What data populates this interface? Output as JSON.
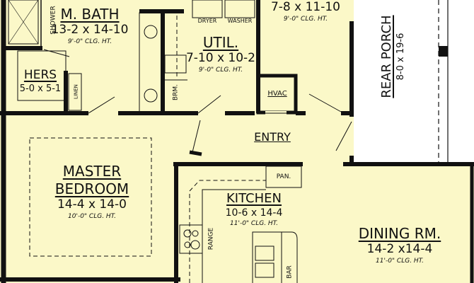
{
  "rooms": {
    "master_bath": {
      "name": "M. BATH",
      "size": "13-2 x 14-10",
      "ceiling": "9'-0\" CLG. HT."
    },
    "shower": {
      "name": "SHOWER"
    },
    "hers": {
      "name": "HERS",
      "size": "5-0 x 5-1"
    },
    "linen": {
      "name": "LINEN"
    },
    "brm": {
      "name": "BRM."
    },
    "dryer": {
      "name": "DRYER"
    },
    "washer": {
      "name": "WASHER"
    },
    "util": {
      "name": "UTIL.",
      "size": "7-10 x 10-2",
      "ceiling": "9'-0\" CLG. HT."
    },
    "closet": {
      "size": "7-8 x 11-10",
      "ceiling": "9'-0\" CLG. HT."
    },
    "hvac": {
      "name": "HVAC"
    },
    "rear_porch": {
      "name": "REAR PORCH",
      "size": "8-0 x 19-6"
    },
    "entry": {
      "name": "ENTRY"
    },
    "master_bedroom": {
      "name_line1": "MASTER",
      "name_line2": "BEDROOM",
      "size": "14-4 x 14-0",
      "ceiling": "10'-0\" CLG. HT."
    },
    "kitchen": {
      "name": "KITCHEN",
      "size": "10-6 x 14-4",
      "ceiling": "11'-0\" CLG. HT."
    },
    "pantry": {
      "name": "PAN."
    },
    "range": {
      "name": "RANGE"
    },
    "bar": {
      "name": "BAR"
    },
    "dining": {
      "name": "DINING RM.",
      "size": "14-2 x14-4",
      "ceiling": "11'-0\" CLG. HT."
    }
  },
  "colors": {
    "floor": "#fbf8c8",
    "wall": "#111111",
    "porch": "#ffffff"
  }
}
